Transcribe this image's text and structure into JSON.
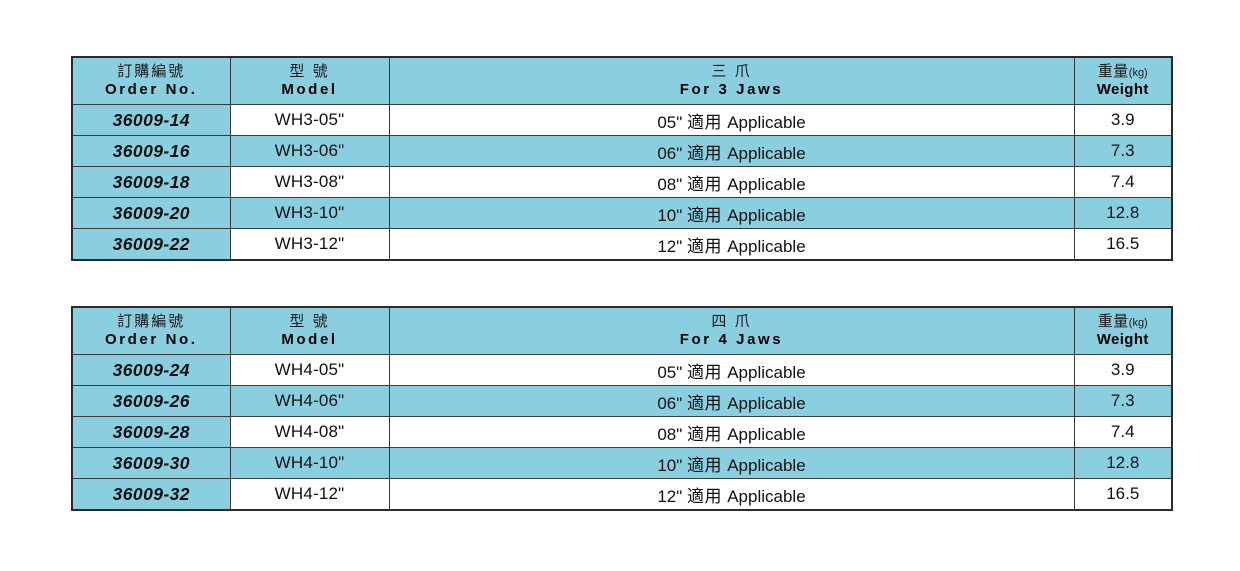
{
  "tables": [
    {
      "id": "table-3jaw",
      "name": "three-jaw-spec-table",
      "columns": [
        {
          "cn": "訂購編號",
          "en": "Order No.",
          "unit": ""
        },
        {
          "cn": "型 號",
          "en": "Model",
          "unit": ""
        },
        {
          "cn": "三 爪",
          "en": "For 3 Jaws",
          "unit": ""
        },
        {
          "cn": "重量",
          "en": "Weight",
          "unit": "(kg)"
        }
      ],
      "rows": [
        {
          "order": "36009-14",
          "model": "WH3-05\"",
          "jaws_size": "05\"",
          "jaws_cn": "適用",
          "jaws_en": "Applicable",
          "weight": "3.9"
        },
        {
          "order": "36009-16",
          "model": "WH3-06\"",
          "jaws_size": "06\"",
          "jaws_cn": "適用",
          "jaws_en": "Applicable",
          "weight": "7.3"
        },
        {
          "order": "36009-18",
          "model": "WH3-08\"",
          "jaws_size": "08\"",
          "jaws_cn": "適用",
          "jaws_en": "Applicable",
          "weight": "7.4"
        },
        {
          "order": "36009-20",
          "model": "WH3-10\"",
          "jaws_size": "10\"",
          "jaws_cn": "適用",
          "jaws_en": "Applicable",
          "weight": "12.8"
        },
        {
          "order": "36009-22",
          "model": "WH3-12\"",
          "jaws_size": "12\"",
          "jaws_cn": "適用",
          "jaws_en": "Applicable",
          "weight": "16.5"
        }
      ]
    },
    {
      "id": "table-4jaw",
      "name": "four-jaw-spec-table",
      "columns": [
        {
          "cn": "訂購編號",
          "en": "Order No.",
          "unit": ""
        },
        {
          "cn": "型 號",
          "en": "Model",
          "unit": ""
        },
        {
          "cn": "四 爪",
          "en": "For 4 Jaws",
          "unit": ""
        },
        {
          "cn": "重量",
          "en": "Weight",
          "unit": "(kg)"
        }
      ],
      "rows": [
        {
          "order": "36009-24",
          "model": "WH4-05\"",
          "jaws_size": "05\"",
          "jaws_cn": "適用",
          "jaws_en": "Applicable",
          "weight": "3.9"
        },
        {
          "order": "36009-26",
          "model": "WH4-06\"",
          "jaws_size": "06\"",
          "jaws_cn": "適用",
          "jaws_en": "Applicable",
          "weight": "7.3"
        },
        {
          "order": "36009-28",
          "model": "WH4-08\"",
          "jaws_size": "08\"",
          "jaws_cn": "適用",
          "jaws_en": "Applicable",
          "weight": "7.4"
        },
        {
          "order": "36009-30",
          "model": "WH4-10\"",
          "jaws_size": "10\"",
          "jaws_cn": "適用",
          "jaws_en": "Applicable",
          "weight": "12.8"
        },
        {
          "order": "36009-32",
          "model": "WH4-12\"",
          "jaws_size": "12\"",
          "jaws_cn": "適用",
          "jaws_en": "Applicable",
          "weight": "16.5"
        }
      ]
    }
  ],
  "colors": {
    "accent_blue": "#8ACFE0",
    "border": "#3a3a3a",
    "outer_border": "#2b2b2b",
    "text": "#111111",
    "background": "#ffffff"
  }
}
